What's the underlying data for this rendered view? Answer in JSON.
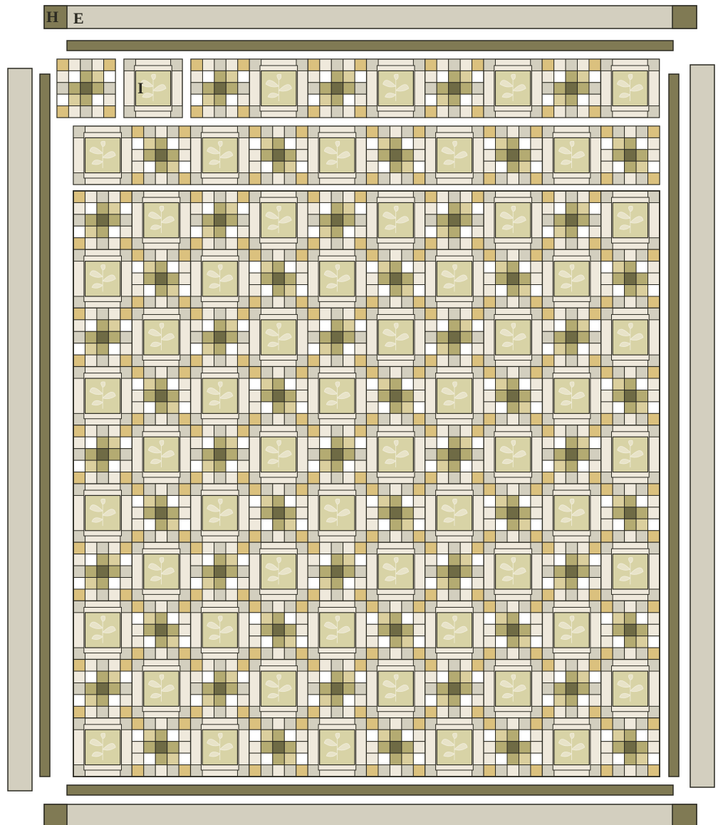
{
  "labels": {
    "h": "H",
    "e": "E",
    "i": "I"
  },
  "colors": {
    "outer_border": "#d3cfbf",
    "inner_border": "#807a54",
    "block_light": "#efe9dc",
    "block_tan": "#dbcf9e",
    "block_cream": "#d8d3a6",
    "block_dark": "#6f6b45",
    "block_olive": "#b4ab72",
    "block_gray": "#d3cfbf",
    "block_gold": "#dbc17e",
    "block_white": "#ffffff",
    "outline": "#2b2a22"
  },
  "quilt": {
    "block_columns": 10,
    "block_rows": 12,
    "separate_top_blocks": 2,
    "center_motif": "leaf-icon"
  }
}
